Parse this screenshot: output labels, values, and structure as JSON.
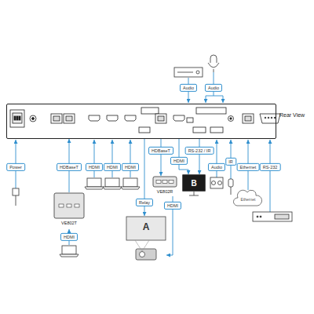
{
  "diagram": {
    "nodes": [
      {
        "text": [
          "Rear View"
        ]
      },
      {
        "text": [
          "VE802T"
        ]
      },
      {
        "text": [
          "VE802R"
        ]
      },
      {
        "text": [
          "B"
        ]
      },
      {
        "text": [
          "A"
        ]
      }
    ],
    "edges": [
      {
        "from": 1,
        "to": 0,
        "label": "HDBaseT",
        "arrow": "to"
      },
      {
        "from": 0,
        "to": 2,
        "label": "HDBaseT",
        "arrow": "to"
      },
      {
        "from": 0,
        "to": 3,
        "label": "HDMI",
        "arrow": "to"
      },
      {
        "from": 0,
        "to": 3,
        "label": "RS-232 / IR",
        "arrow": "to"
      },
      {
        "from": 0,
        "to": 4,
        "label": "Relay",
        "arrow": "to"
      },
      {
        "from": 2,
        "to": 4,
        "label": "HDMI",
        "arrow": "to"
      }
    ],
    "labels": [
      "Power",
      "HDMI",
      "HDMI",
      "HDMI",
      "Audio",
      "IR",
      "Ethernet",
      "RS-232",
      "HDMI",
      "Audio",
      "Audio",
      "Ethernet"
    ]
  }
}
